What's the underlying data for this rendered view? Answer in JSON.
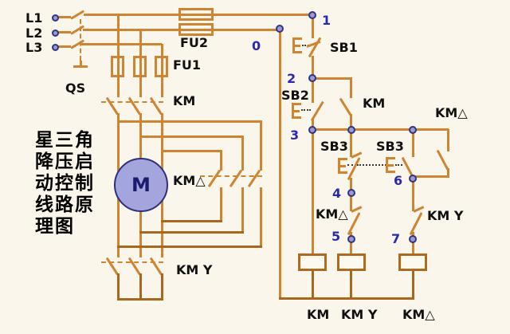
{
  "title": {
    "lines": [
      "星三角",
      "降压启",
      "动控制",
      "线路原",
      "理图"
    ],
    "full": "星三角降压启动控制线路原理图"
  },
  "power": {
    "l1": "L1",
    "l2": "L2",
    "l3": "L3",
    "qs": "QS",
    "fu2": "FU2",
    "fu1": "FU1",
    "km": "KM",
    "km_delta": "KM△",
    "km_star": "KM Y",
    "motor": "M"
  },
  "control": {
    "n0": "0",
    "n1": "1",
    "n2": "2",
    "n3": "3",
    "n4": "4",
    "n5": "5",
    "n6": "6",
    "n7": "7",
    "sb1": "SB1",
    "sb2": "SB2",
    "km_aux": "KM",
    "km_delta_hold": "KM△",
    "sb3_nc": "SB3",
    "sb3_no": "SB3",
    "km_delta_nc": "KM△",
    "km_star_nc": "KM Y",
    "coil_km": "KM",
    "coil_km_star": "KM Y",
    "coil_km_delta": "KM△"
  },
  "colors": {
    "background": "#FBF6EB",
    "wire": "#CE8430",
    "wire_dark": "#A9671E",
    "node_fill": "#9B9BD4",
    "node_border": "#34347E",
    "motor_fill": "#A5A5DE",
    "number_text": "#2A2AAE",
    "label_text": "#101010"
  }
}
